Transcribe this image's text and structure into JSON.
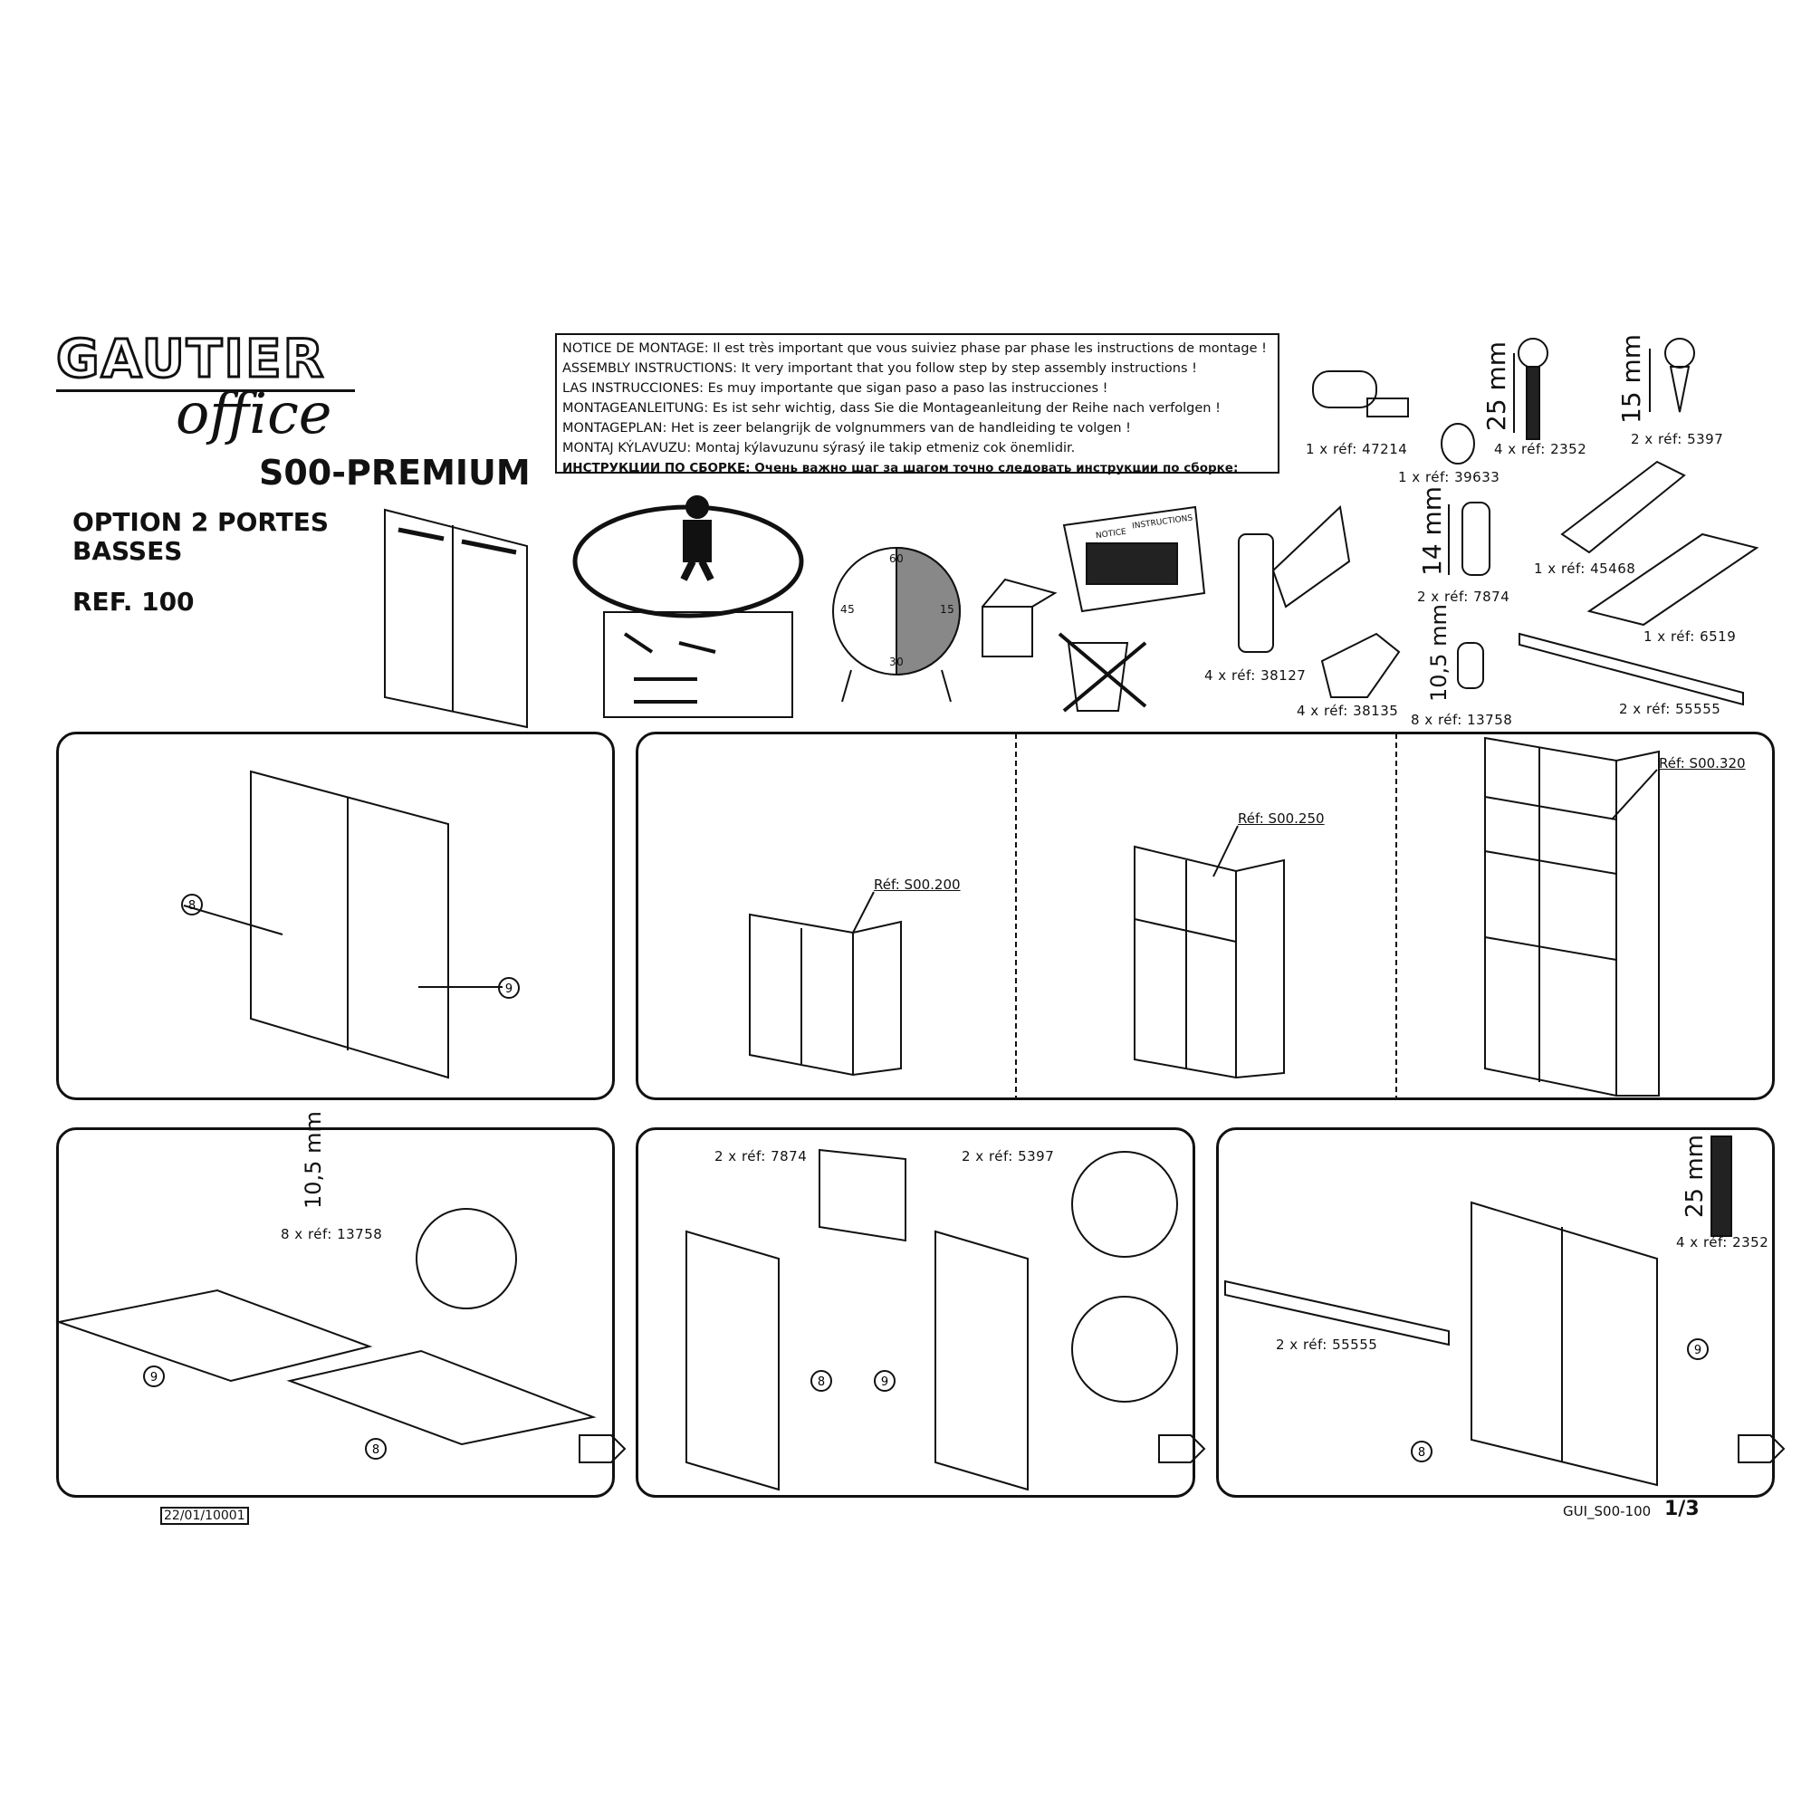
{
  "logo": {
    "brand": "GAUTIER",
    "sub": "office"
  },
  "header": {
    "series": "S00-PREMIUM",
    "option_line1": "OPTION 2 PORTES",
    "option_line2": "BASSES",
    "ref": "REF. 100"
  },
  "notice": [
    "NOTICE DE MONTAGE: Il est très important que vous suiviez phase par phase les instructions de montage !",
    "ASSEMBLY INSTRUCTIONS: It very important that you follow step by step assembly instructions !",
    "LAS INSTRUCCIONES: Es muy importante que sigan paso a paso las instrucciones !",
    "MONTAGEANLEITUNG: Es ist sehr wichtig, dass Sie die Montageanleitung der Reihe nach verfolgen !",
    "MONTAGEPLAN: Het is zeer belangrijk de volgnummers van de handleiding te volgen !",
    "MONTAJ KÝLAVUZU: Montaj kýlavuzunu sýrasý ile takip etmeniz cok önemlidir.",
    "ИНСТРУКЦИИ ПО СБОРКЕ: Очень важно шаг за шагом точно следовать инструкции по сборке:"
  ],
  "clock": {
    "n60": "60",
    "n15": "15",
    "n30": "30",
    "n45": "45"
  },
  "booklet": {
    "notice": "NOTICE",
    "instructions": "INSTRUCTIONS"
  },
  "parts": [
    {
      "label": "1 x réf: 47214"
    },
    {
      "label": "1 x réf: 39633"
    },
    {
      "label": "4 x réf: 2352",
      "dim": "25 mm"
    },
    {
      "label": "2 x réf: 5397",
      "dim": "15 mm"
    },
    {
      "label": "1 x réf: 45468"
    },
    {
      "label": "1 x réf: 6519"
    },
    {
      "label": "2 x réf: 7874",
      "dim": "14 mm"
    },
    {
      "label": "4 x réf: 38127"
    },
    {
      "label": "4 x réf: 38135"
    },
    {
      "label": "8 x réf: 13758",
      "dim": "10,5 mm"
    },
    {
      "label": "2 x réf: 55555"
    }
  ],
  "step1": {
    "callout_a": "8",
    "callout_b": "9",
    "compat": [
      "Réf: S00.200",
      "Réf: S00.250",
      "Réf: S00.320"
    ]
  },
  "step2": {
    "part_label": "8 x réf: 13758",
    "dim": "10,5 mm",
    "callout_a": "9",
    "callout_b": "8"
  },
  "step3": {
    "part_a": "2 x réf: 7874",
    "part_b": "2 x réf: 5397",
    "callout_a": "8",
    "callout_b": "9"
  },
  "step4": {
    "part_a": "2 x réf: 55555",
    "part_b": "4 x réf: 2352",
    "dim": "25 mm",
    "callout_a": "9",
    "callout_b": "8"
  },
  "footer": {
    "date": "22/01/10001",
    "doc": "GUI_S00-100",
    "page": "1/3"
  }
}
